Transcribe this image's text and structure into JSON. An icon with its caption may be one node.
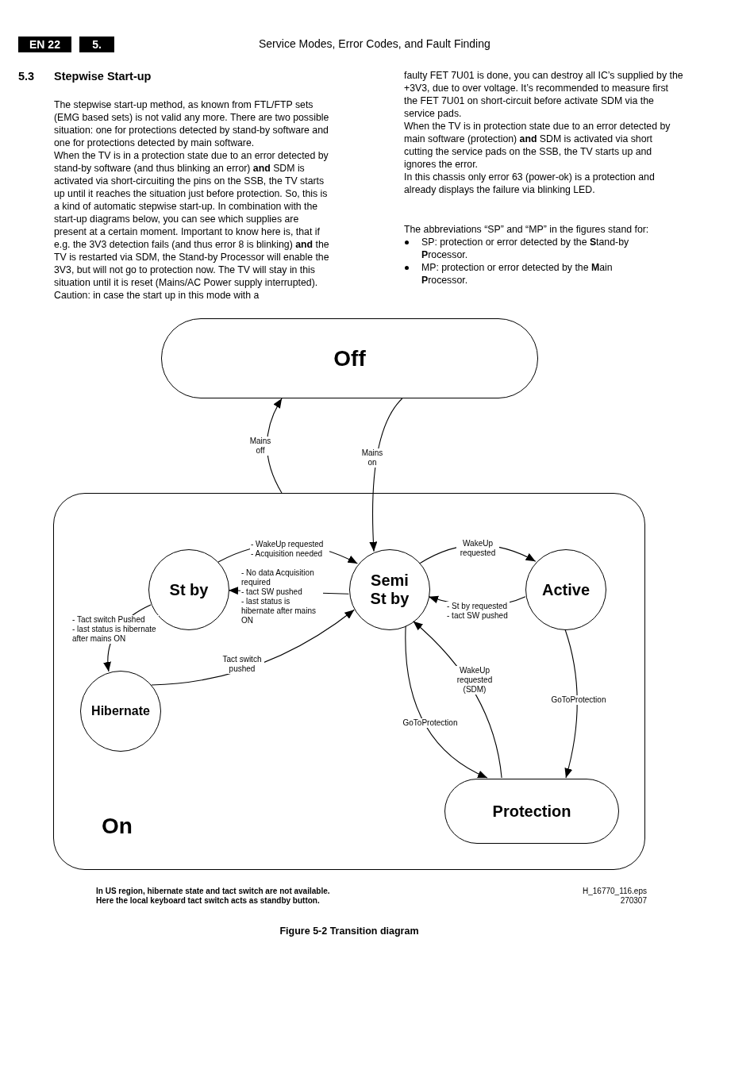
{
  "diagram": {
    "caption": "Figure 5-2 Transition diagram",
    "nodes": [
      {
        "text": [
          "Off"
        ]
      },
      {
        "text": [
          "On"
        ]
      },
      {
        "text": [
          "St by"
        ],
        "in": 1
      },
      {
        "text": [
          "Semi St by"
        ],
        "in": 1
      },
      {
        "text": [
          "Active"
        ],
        "in": 1
      },
      {
        "text": [
          "Hibernate"
        ],
        "in": 1
      },
      {
        "text": [
          "Protection"
        ],
        "in": 1
      }
    ],
    "edges": [
      {
        "from": 1,
        "to": 0,
        "arrow": "to",
        "label": "Mains off"
      },
      {
        "from": 0,
        "to": 3,
        "arrow": "to",
        "label": "Mains on"
      },
      {
        "from": 2,
        "to": 3,
        "arrow": "to",
        "label": "- WakeUp requested - Acquisition needed"
      },
      {
        "from": 3,
        "to": 2,
        "arrow": "to",
        "label": "- No data Acquisition required - tact SW pushed - last status is hibernate after mains ON"
      },
      {
        "from": 2,
        "to": 5,
        "arrow": "to",
        "label": "- Tact switch Pushed - last status is hibernate after mains ON"
      },
      {
        "from": 5,
        "to": 3,
        "arrow": "to",
        "label": "Tact switch pushed"
      },
      {
        "from": 3,
        "to": 4,
        "arrow": "to",
        "label": "WakeUp requested"
      },
      {
        "from": 4,
        "to": 3,
        "arrow": "to",
        "label": "- St by requested - tact SW pushed"
      },
      {
        "from": 3,
        "to": 6,
        "arrow": "to",
        "label": "GoToProtection"
      },
      {
        "from": 6,
        "to": 3,
        "arrow": "to",
        "label": "WakeUp requested (SDM)"
      },
      {
        "from": 4,
        "to": 6,
        "arrow": "to",
        "label": "GoToProtection"
      }
    ],
    "labels": [
      "EN 22",
      "5.",
      "Service Modes, Error Codes, and Fault Finding",
      "5.3",
      "Stepwise Start-up",
      "The stepwise start-up method, as known from FTL/FTP sets (EMG based sets) is not valid any more. There are two possible situation: one for protections detected by stand-by software and one for protections detected by main software.",
      "When the TV is in a protection state due to an error detected by stand-by software (and thus blinking an error) **and** SDM is activated via short-circuiting the pins on the SSB, the TV starts up until it reaches the situation just before protection. So, this is a kind of automatic stepwise start-up. In combination with the start-up diagrams below, you can see which supplies are present at a certain moment. Important to know here is, that if e.g. the 3V3 detection fails (and thus error 8 is blinking) **and** the TV is restarted via SDM, the Stand-by Processor will enable the 3V3, but will not go to protection now. The TV will stay in this situation until it is reset (Mains/AC Power supply interrupted). Caution: in case the start up in this mode with a",
      "faulty FET 7U01 is done, you can destroy all IC’s supplied by the +3V3, due to over voltage. It’s recommended to measure first the FET 7U01 on short-circuit before activate SDM via the service pads.",
      "When the TV is in protection state due to an error detected by main software (protection) **and** SDM is activated via short cutting the service pads on the SSB, the TV starts up and ignores the error.",
      "In this chassis only error 63 (power-ok) is a protection and already displays the failure via blinking LED.",
      "The abbreviations “SP” and “MP” in the figures stand for:",
      "SP: protection or error detected by the **S**tand-by **P**rocessor.",
      "MP: protection or error detected by the **M**ain **P**rocessor.",
      "In US region, hibernate state and tact switch are not available. Here the local keyboard tact switch acts as standby button.",
      "H_16770_116.eps",
      "270307"
    ]
  }
}
